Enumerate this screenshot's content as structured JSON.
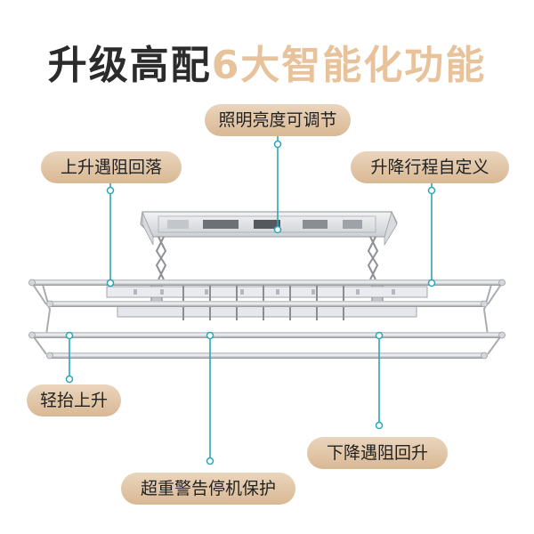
{
  "title": {
    "part1": "升级高配",
    "part2": "6大智能化功能"
  },
  "features": [
    "照明亮度可调节",
    "上升遇阻回落",
    "升降行程自定义",
    "轻抬上升",
    "下降遇阻回升",
    "超重警告停机保护"
  ],
  "colors": {
    "title_dark": "#2b2b2b",
    "title_accent": "#e8c29b",
    "pill": "#dfc3a3",
    "pointer": "#2aa6b8"
  }
}
